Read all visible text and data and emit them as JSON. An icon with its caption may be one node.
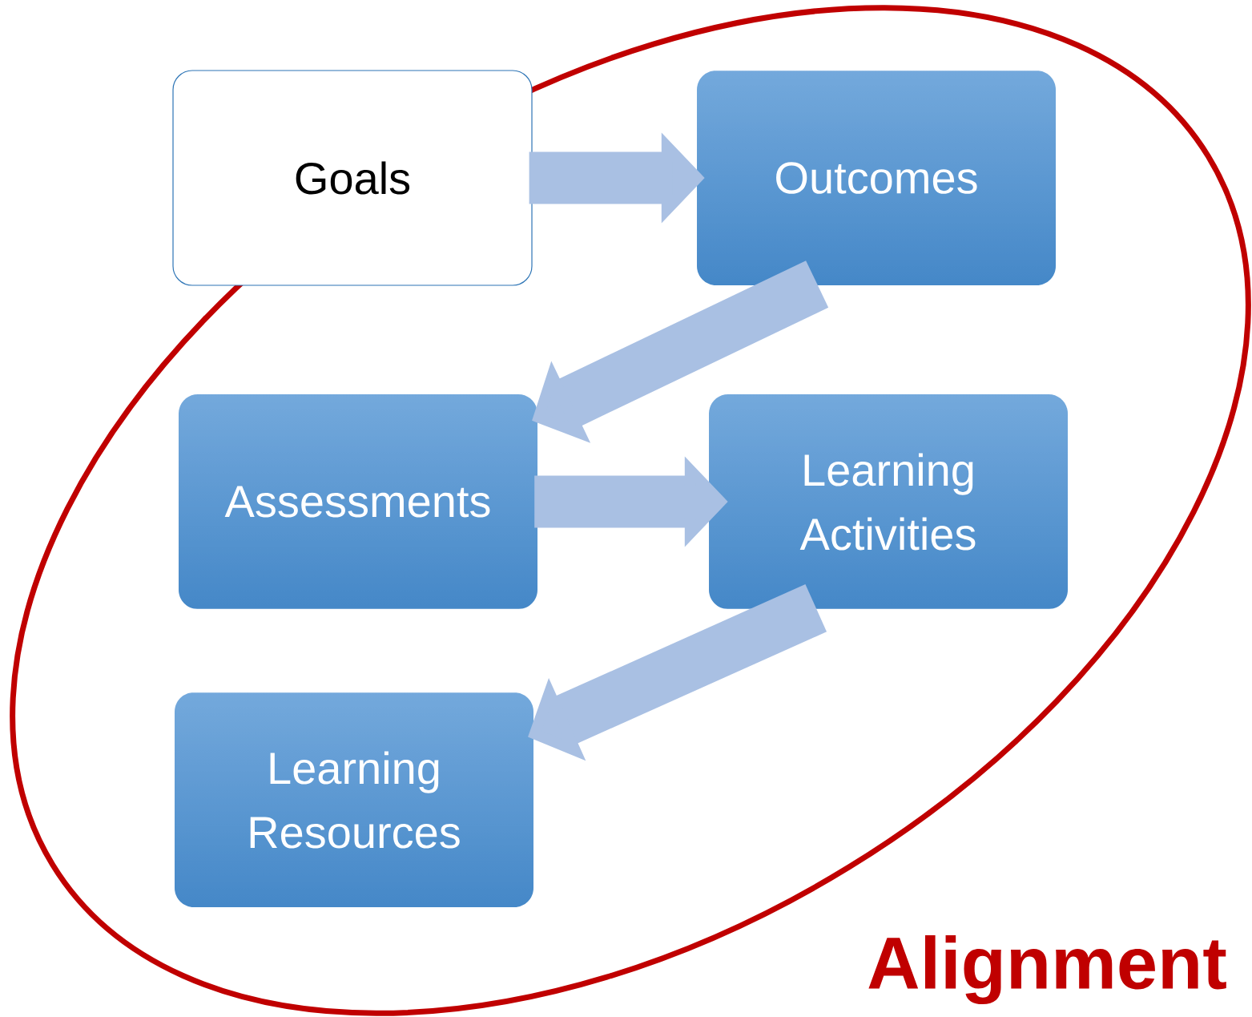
{
  "diagram": {
    "nodes": [
      {
        "text": [
          "Alignment"
        ]
      },
      {
        "text": [
          "Goals"
        ]
      },
      {
        "text": [
          "Outcomes"
        ],
        "in": 0
      },
      {
        "text": [
          "Assessments"
        ],
        "in": 0
      },
      {
        "text": [
          "Learning Activities"
        ],
        "in": 0
      },
      {
        "text": [
          "Learning Resources"
        ],
        "in": 0
      }
    ],
    "edges": [
      {
        "from": 1,
        "to": 2,
        "arrow": "to"
      },
      {
        "from": 2,
        "to": 3,
        "arrow": "to"
      },
      {
        "from": 3,
        "to": 4,
        "arrow": "to"
      },
      {
        "from": 4,
        "to": 5,
        "arrow": "to"
      }
    ]
  }
}
